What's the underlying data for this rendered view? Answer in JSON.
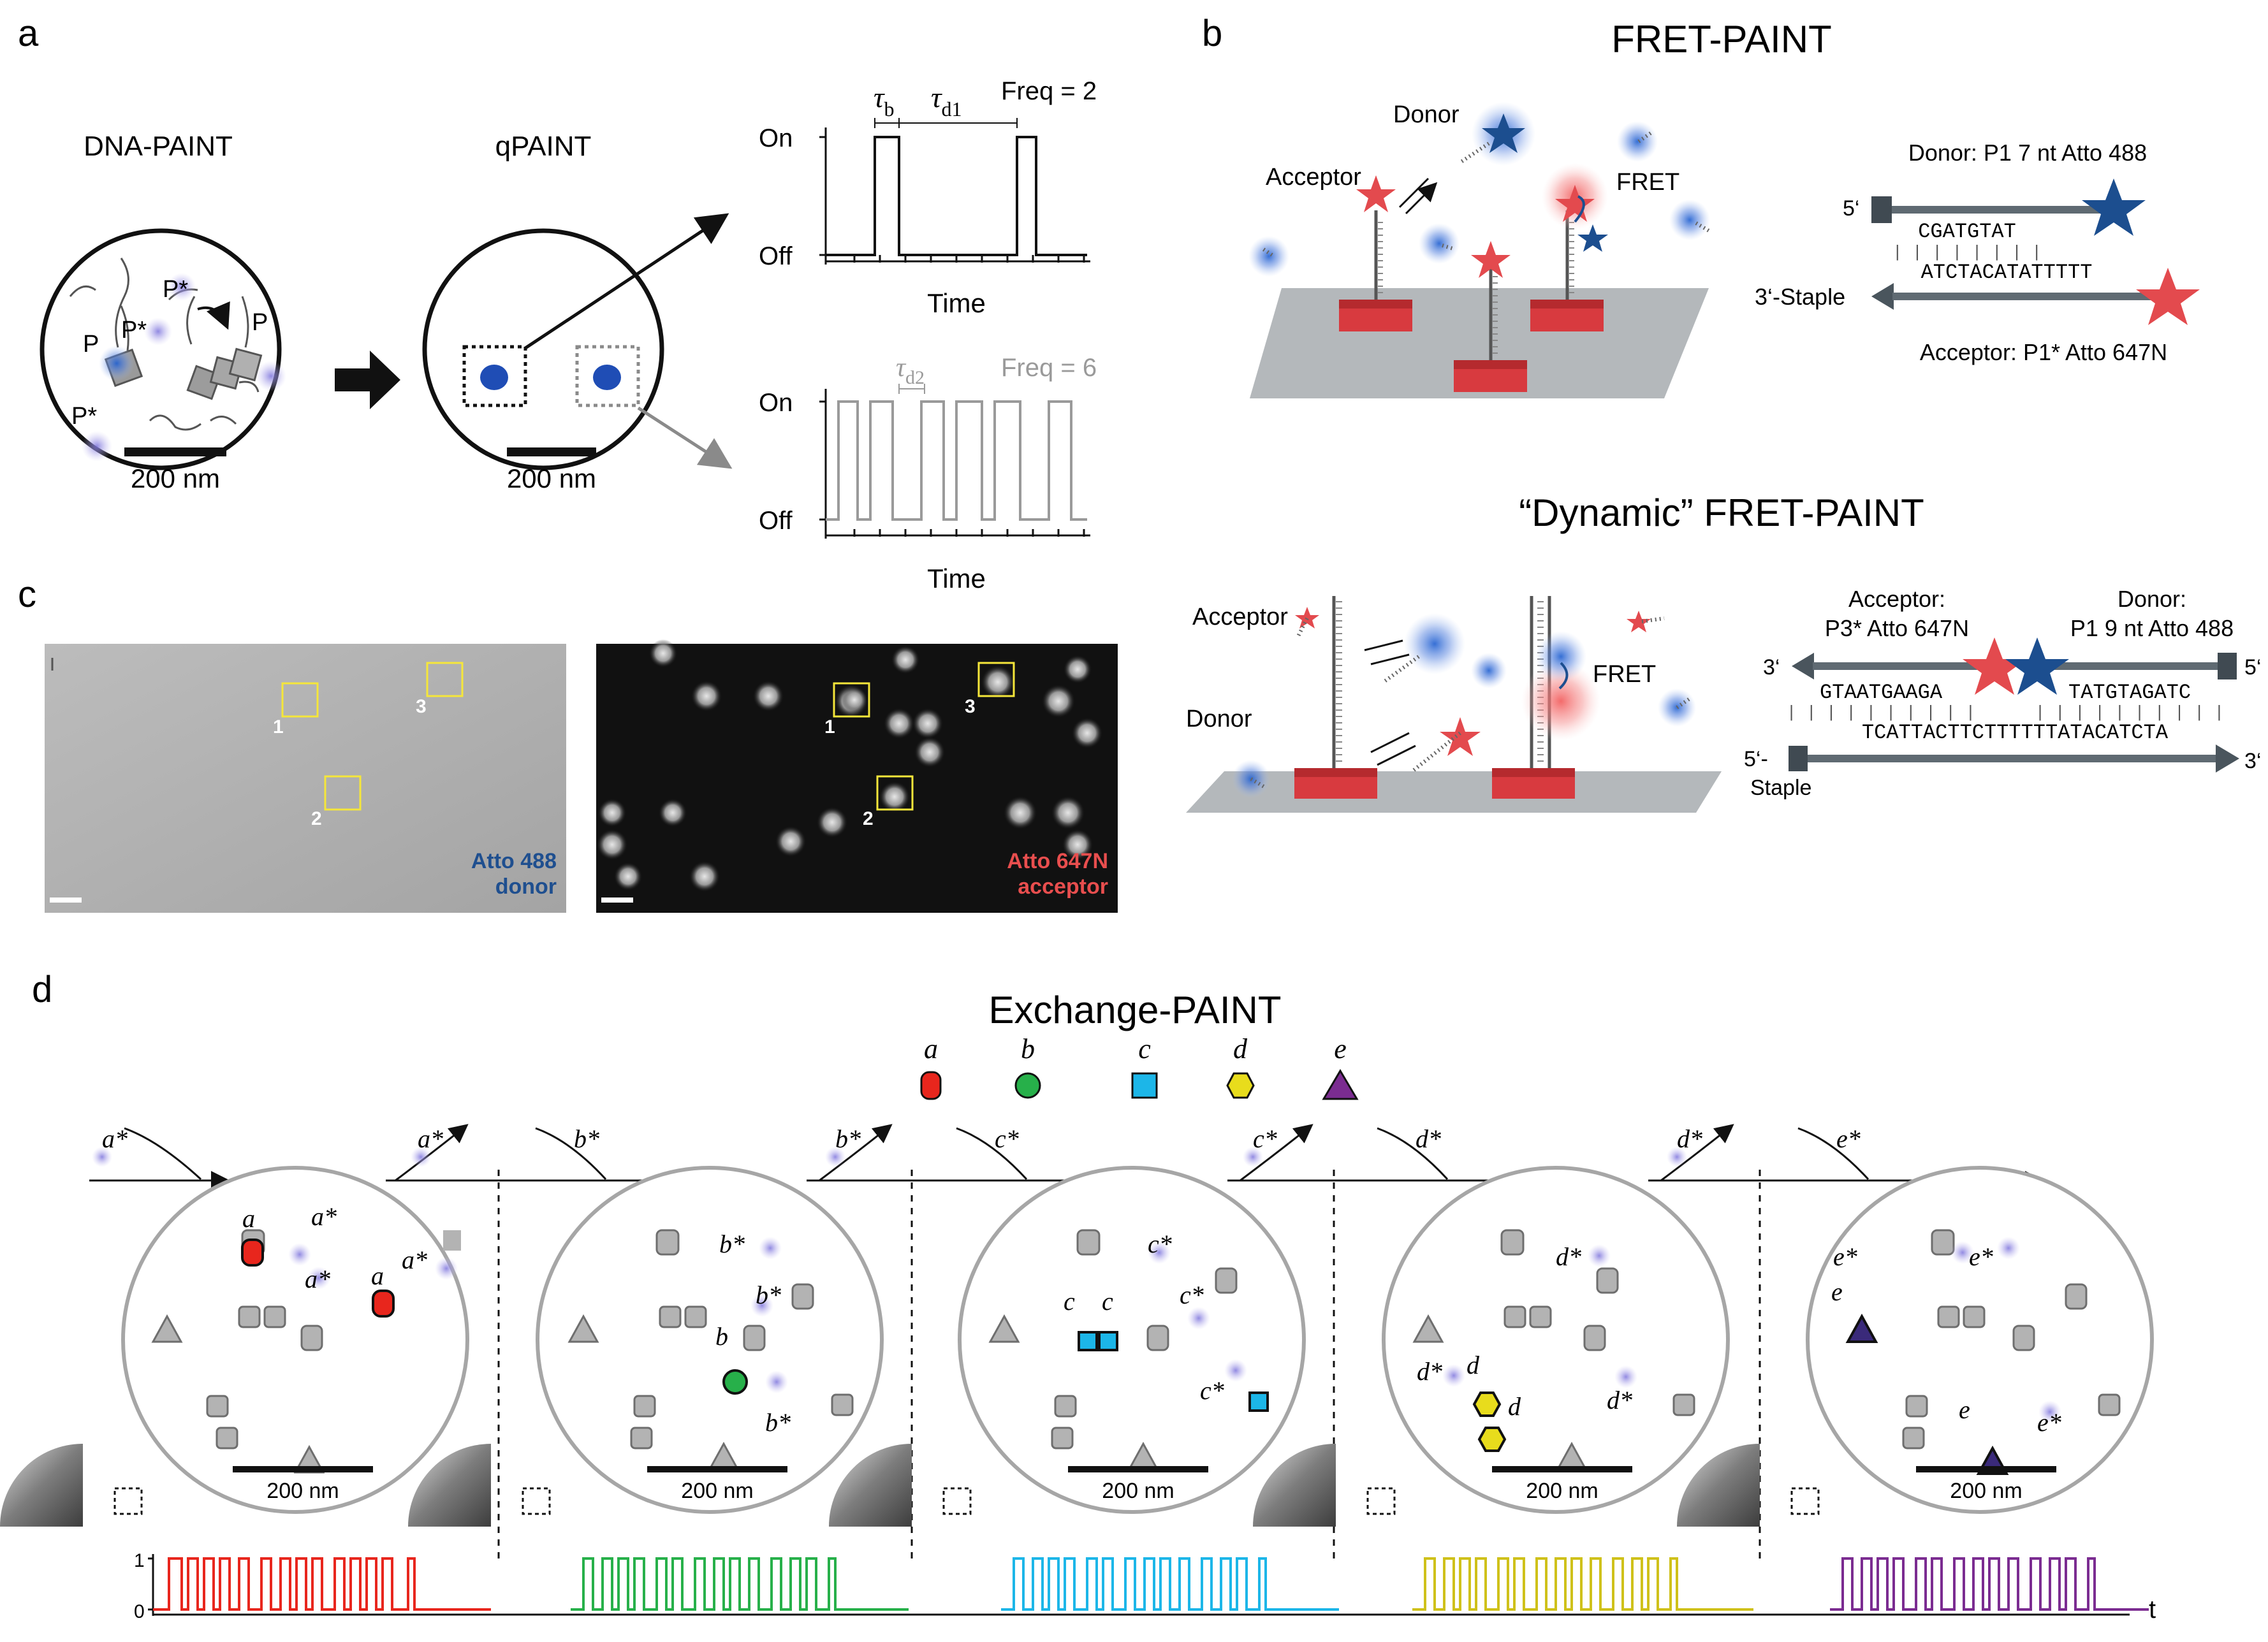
{
  "panel_labels": {
    "a": "a",
    "b": "b",
    "c": "c",
    "d": "d"
  },
  "panel_a": {
    "left_title": "DNA-PAINT",
    "right_title": "qPAINT",
    "labels": [
      "P*",
      "P",
      "P*",
      "P",
      "P*"
    ],
    "scale_bar": "200 nm",
    "trace_top": {
      "on": "On",
      "off": "Off",
      "xlabel": "Time",
      "tau_b": "τ",
      "tau_b_sub": "b",
      "tau_d": "τ",
      "tau_d_sub": "d1",
      "freq": "Freq = 2"
    },
    "trace_bottom": {
      "on": "On",
      "off": "Off",
      "xlabel": "Time",
      "tau_d": "τ",
      "tau_d_sub": "d2",
      "freq": "Freq = 6"
    }
  },
  "panel_b": {
    "title1": "FRET-PAINT",
    "title2": "“Dynamic” FRET-PAINT",
    "top": {
      "donor": "Donor",
      "acceptor": "Acceptor",
      "fret": "FRET",
      "seq_donor_label": "Donor: P1 7 nt Atto 488",
      "seq_acceptor_label": "Acceptor: P1* Atto 647N",
      "five_prime": "5‘",
      "staple": "3‘-Staple",
      "seq1": "CGATGTAT",
      "seq2": "ATCTACATATTTTT"
    },
    "bottom": {
      "acceptor": "Acceptor",
      "donor": "Donor",
      "fret": "FRET",
      "acc_label1": "Acceptor:",
      "acc_label2": "P3* Atto 647N",
      "don_label1": "Donor:",
      "don_label2": "P1 9 nt Atto 488",
      "three_prime": "3‘",
      "five_prime": "5‘",
      "seq_a": "GTAATGAAGA",
      "seq_b": "TATGTAGATC",
      "seq_long": "TCATTACTTCTTTTTTATACATCTA",
      "staple1": "5‘-",
      "staple2": "Staple",
      "three_prime_end": "3‘"
    }
  },
  "panel_c": {
    "left_label1": "Atto 488",
    "left_label2": "donor",
    "right_label1": "Atto 647N",
    "right_label2": "acceptor",
    "box_numbers": [
      "1",
      "2",
      "3"
    ]
  },
  "panel_d": {
    "title": "Exchange-PAINT",
    "legend": [
      "a",
      "b",
      "c",
      "d",
      "e"
    ],
    "colors": {
      "a": "#e8261d",
      "b": "#27b04a",
      "c": "#1cb6e8",
      "d": "#e8dc1c",
      "e": "#7b2c91"
    },
    "scale_bar": "200 nm",
    "strand_labels": [
      "a*",
      "a*",
      "b*",
      "b*",
      "c*",
      "c*",
      "d*",
      "d*",
      "e*"
    ],
    "trace_y": [
      "1",
      "0"
    ],
    "t_label": "t"
  }
}
